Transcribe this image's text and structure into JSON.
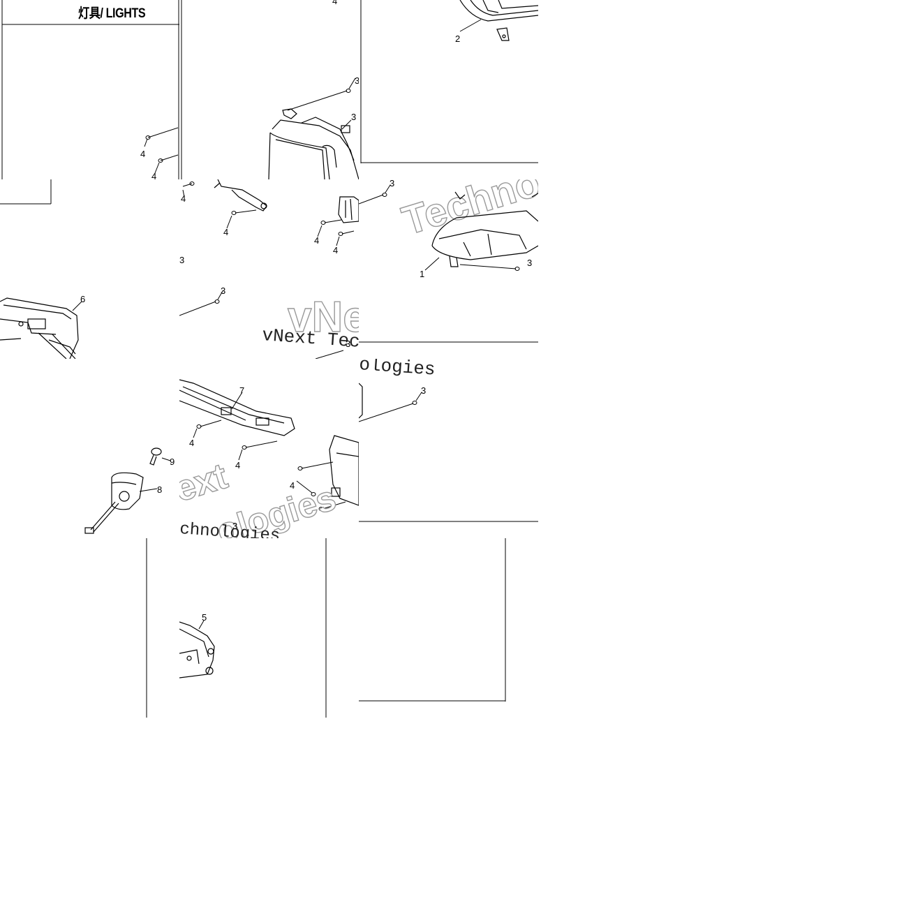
{
  "title": "灯具/ LIGHTS",
  "watermark": {
    "line1": "vNext Technologies",
    "fragments": [
      "Techno",
      "vNe",
      "ologies",
      "ext",
      "ologies",
      "chnologies"
    ]
  },
  "callouts": {
    "c1": "1",
    "c2": "2",
    "c3": "3",
    "c4": "4",
    "c5": "5",
    "c6": "6",
    "c7": "7",
    "c8": "8",
    "c9": "9"
  },
  "colors": {
    "line": "#000000",
    "watermark_stroke": "#9a9a9a",
    "background": "#ffffff"
  }
}
